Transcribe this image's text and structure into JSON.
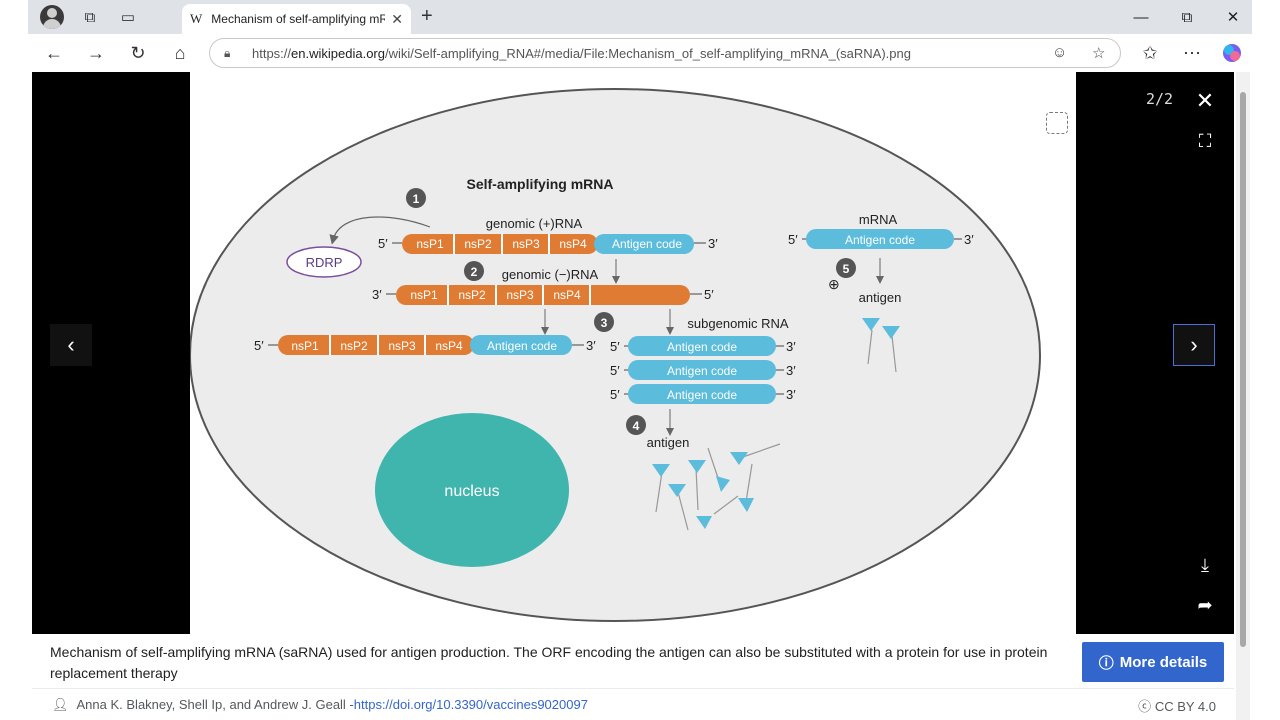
{
  "browser": {
    "tab_title": "Mechanism of self-amplifying mR",
    "tab_icon": "W",
    "url_domain": "en.wikipedia.org",
    "url_prefix": "https://",
    "url_path": "/wiki/Self-amplifying_RNA#/media/File:Mechanism_of_self-amplifying_mRNA_(saRNA).png"
  },
  "viewer": {
    "counter": "2/2"
  },
  "figure": {
    "title": "Self-amplifying mRNA",
    "steps": [
      "1",
      "2",
      "3",
      "4",
      "5"
    ],
    "genomic_plus": "genomic (+)RNA",
    "genomic_minus": "genomic (−)RNA",
    "subgenomic": "subgenomic RNA",
    "mrna": "mRNA",
    "rdrp": "RDRP",
    "antigen": "antigen",
    "nucleus": "nucleus",
    "antigen_code": "Antigen code",
    "nsp": [
      "nsP1",
      "nsP2",
      "nsP3",
      "nsP4"
    ],
    "five_prime": "5′",
    "three_prime": "3′",
    "colors": {
      "orange": "#e07b33",
      "blue": "#5bbcdc",
      "teal": "#3fb5ae",
      "rdrp": "#7b4ea0",
      "cell": "#ececec"
    }
  },
  "caption": {
    "text": "Mechanism of self-amplifying mRNA (saRNA) used for antigen production. The ORF encoding the antigen can also be substituted with a protein for use in protein replacement therapy",
    "more_details": "More details"
  },
  "credits": {
    "authors": "Anna K. Blakney, Shell Ip, and Andrew J. Geall - ",
    "doi": "https://doi.org/10.3390/vaccines9020097",
    "license": "CC BY 4.0"
  }
}
